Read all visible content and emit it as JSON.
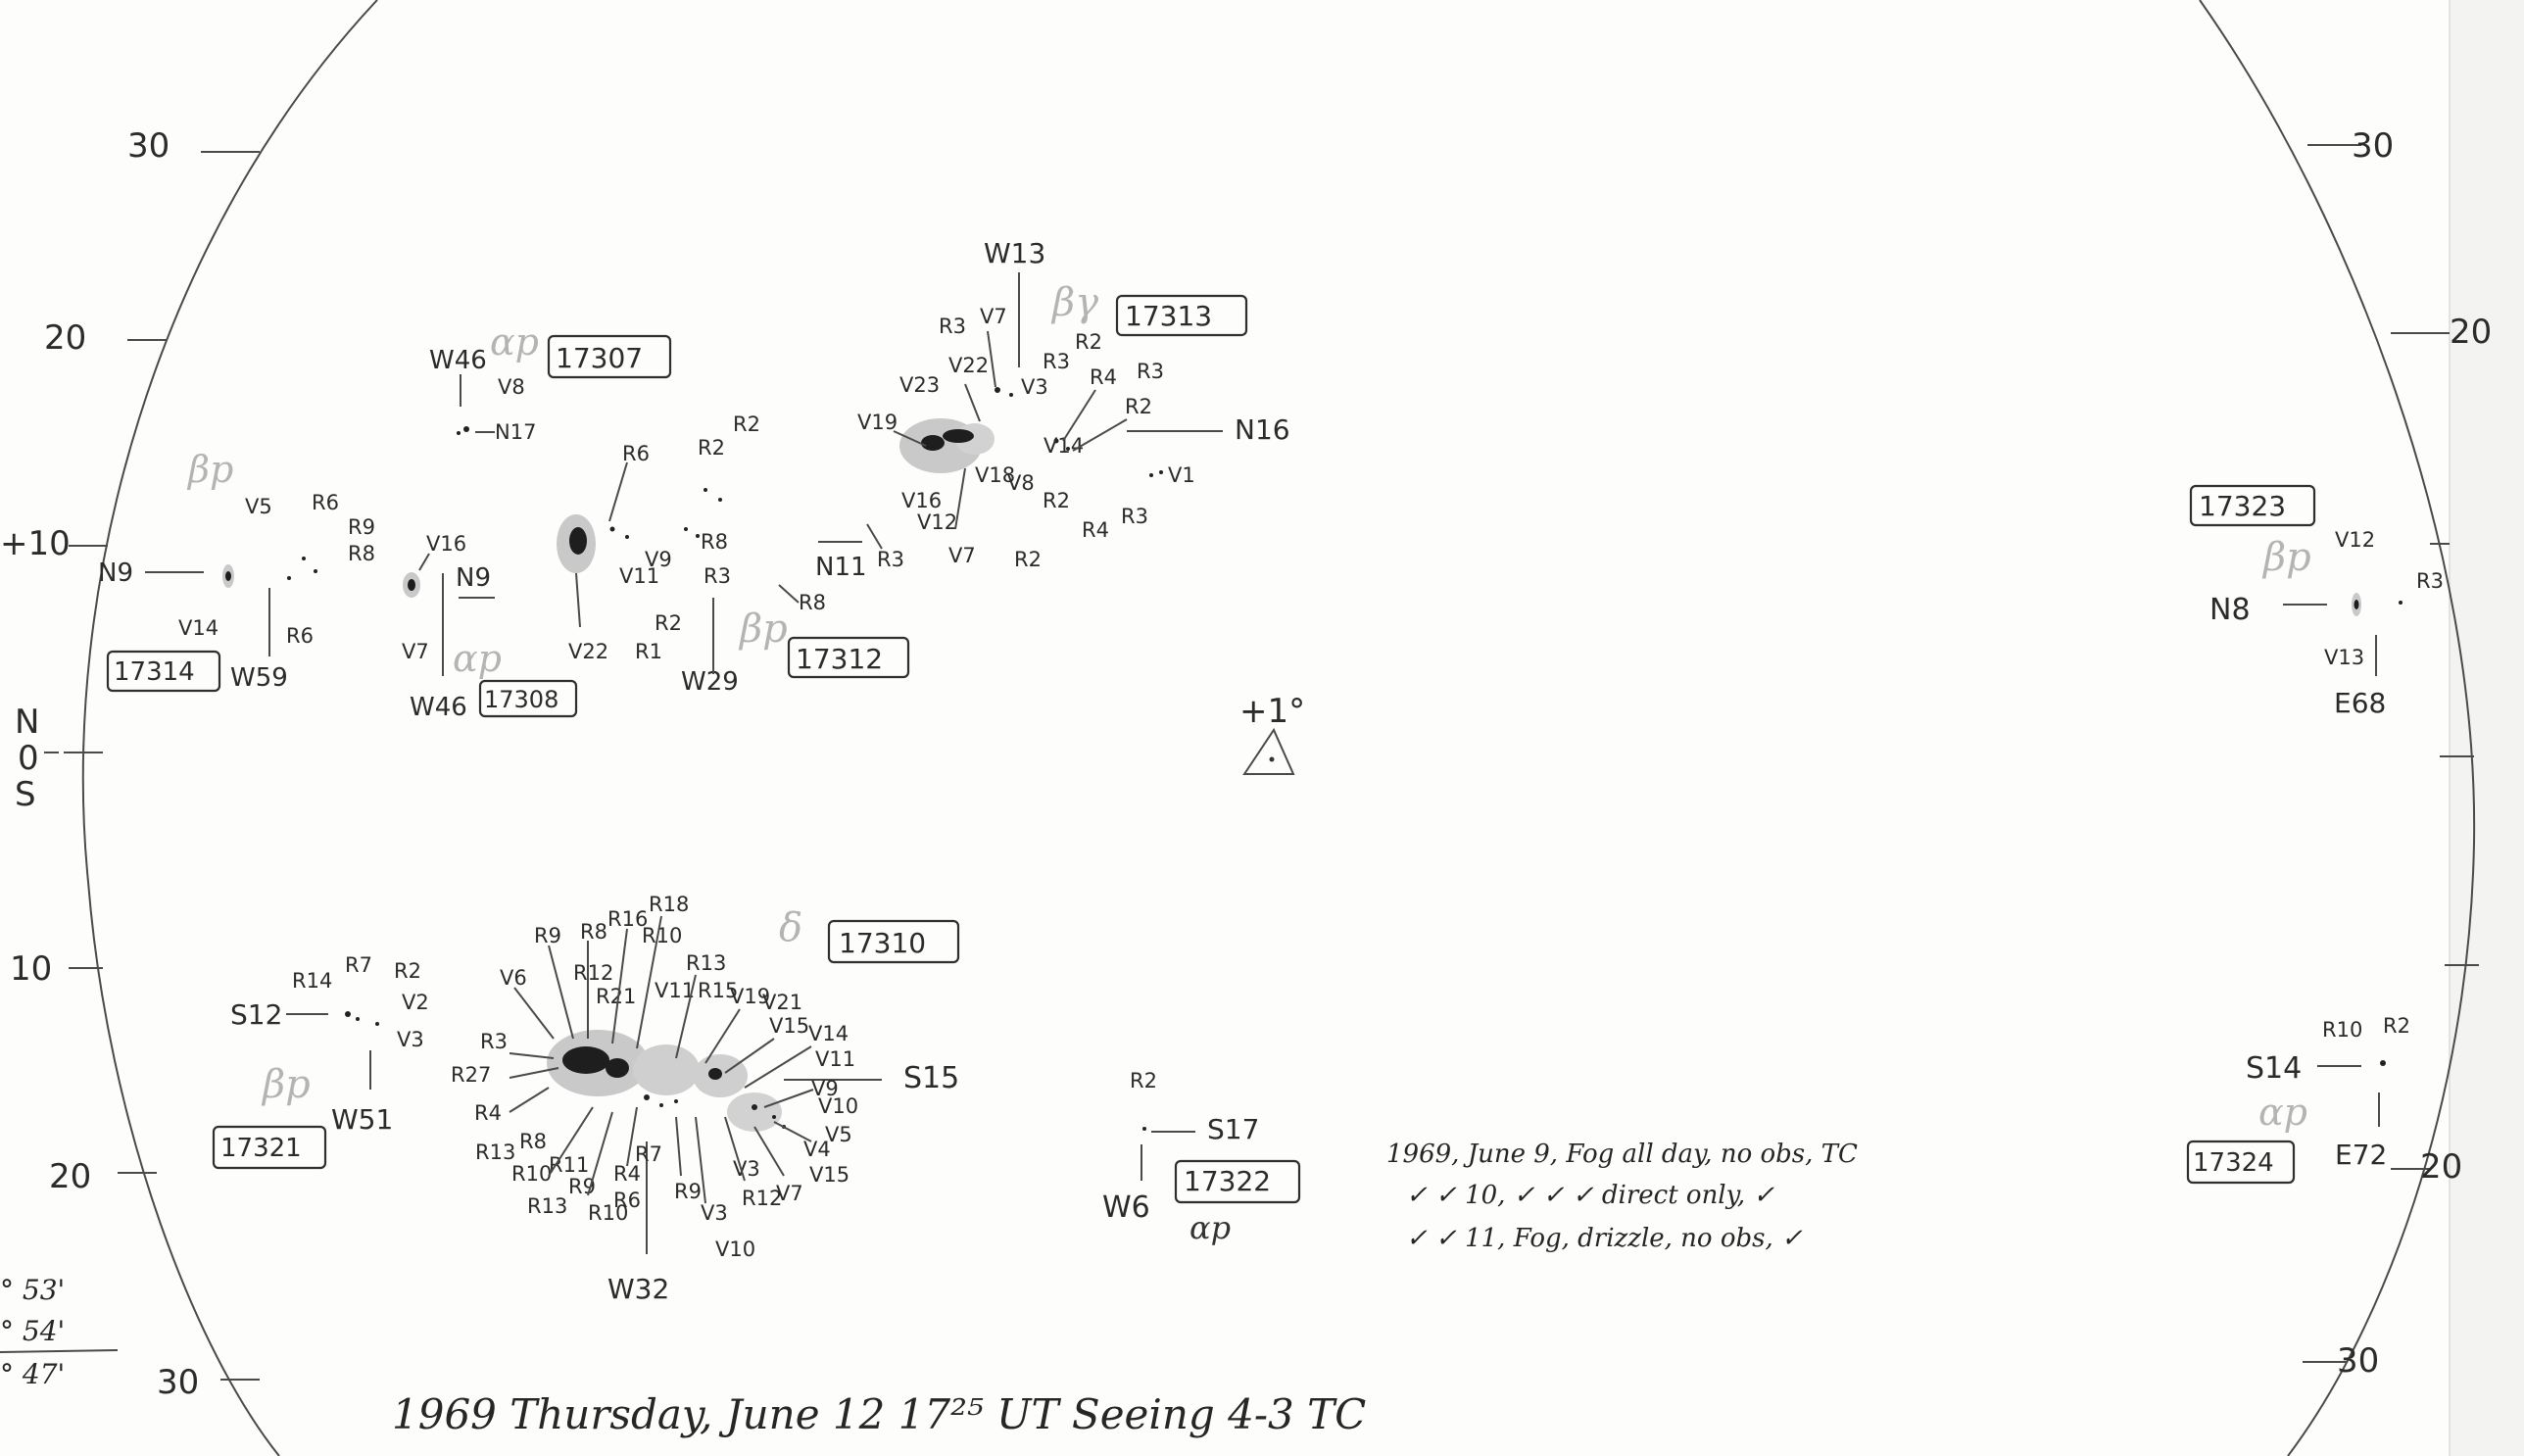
{
  "limb_scale": {
    "left": [
      "30",
      "20",
      "+10",
      "10",
      "20",
      "30"
    ],
    "right": [
      "30",
      "20",
      "20",
      "30"
    ],
    "equator": [
      "N",
      "0",
      "S"
    ]
  },
  "corner_notes": [
    "° 53'",
    "° 54'",
    "° 47'"
  ],
  "center_mark": "+1°",
  "footer": "1969  Thursday, June 12   17²⁵ UT   Seeing 4-3  TC",
  "notes": [
    "1969, June 9, Fog all day, no obs, TC",
    "✓  ✓ 10, ✓  ✓  ✓ direct only, ✓",
    "✓  ✓ 11, Fog, drizzle, no obs, ✓"
  ],
  "regions": [
    {
      "number": "17307",
      "class": "αp",
      "lat": "N17",
      "lon": "W46"
    },
    {
      "number": "17313",
      "class": "βγ",
      "lat": "N16",
      "lon": "W13"
    },
    {
      "number": "17314",
      "class": "βp",
      "lat": "N9",
      "lon": "W59"
    },
    {
      "number": "17308",
      "class": "αp",
      "lat": "N9",
      "lon": "W46"
    },
    {
      "number": "17312",
      "class": "βp",
      "lat": "N11",
      "lon": "W29"
    },
    {
      "number": "17323",
      "class": "βp",
      "lat": "N8",
      "lon": "E68"
    },
    {
      "number": "17310",
      "class": "δ",
      "lat": "S15",
      "lon": "W32"
    },
    {
      "number": "17321",
      "class": "βp",
      "lat": "S12",
      "lon": "W51"
    },
    {
      "number": "17322",
      "class": "αp",
      "lat": "S17",
      "lon": "W6"
    },
    {
      "number": "17324",
      "class": "αp",
      "lat": "S14",
      "lon": "E72"
    }
  ],
  "spot_labels": {
    "r17307": [
      "V8"
    ],
    "r17313": [
      "R3",
      "V7",
      "V22",
      "V23",
      "V19",
      "V3",
      "R3",
      "R2",
      "R4",
      "R3",
      "R2",
      "V14",
      "V16",
      "V18",
      "V8",
      "V12",
      "V7",
      "R2",
      "R2",
      "R4",
      "R3",
      "V1"
    ],
    "r17314": [
      "V5",
      "R6",
      "R9",
      "R8",
      "V14",
      "R6"
    ],
    "r17308": [
      "V16",
      "V7"
    ],
    "r17312": [
      "R6",
      "R2",
      "R2",
      "R8",
      "R3",
      "V9",
      "V11",
      "R2",
      "R1",
      "V22",
      "R8",
      "R3"
    ],
    "r17323": [
      "V12",
      "R3",
      "V13"
    ],
    "r17321": [
      "R14",
      "R7",
      "R2",
      "V2",
      "V3"
    ],
    "r17310": [
      "V6",
      "R9",
      "R8",
      "R16",
      "R18",
      "R10",
      "R12",
      "R21",
      "R13",
      "V11",
      "R15",
      "V19",
      "V21",
      "V15",
      "V14",
      "V11",
      "V10",
      "V9",
      "V5",
      "V4",
      "V15",
      "V7",
      "R12",
      "V3",
      "V3",
      "V10",
      "R9",
      "R4",
      "R7",
      "R6",
      "R10",
      "R13",
      "R9",
      "R11",
      "R10",
      "R8",
      "R13",
      "R3",
      "R27",
      "R4"
    ],
    "r17322": [
      "R2"
    ],
    "r17324": [
      "R10",
      "R2"
    ]
  },
  "colors": {
    "ink": "#2b2b2b",
    "faint": "#b4b4b4",
    "penumbra": "#c9c9c9",
    "umbra": "#1e1e1e"
  }
}
